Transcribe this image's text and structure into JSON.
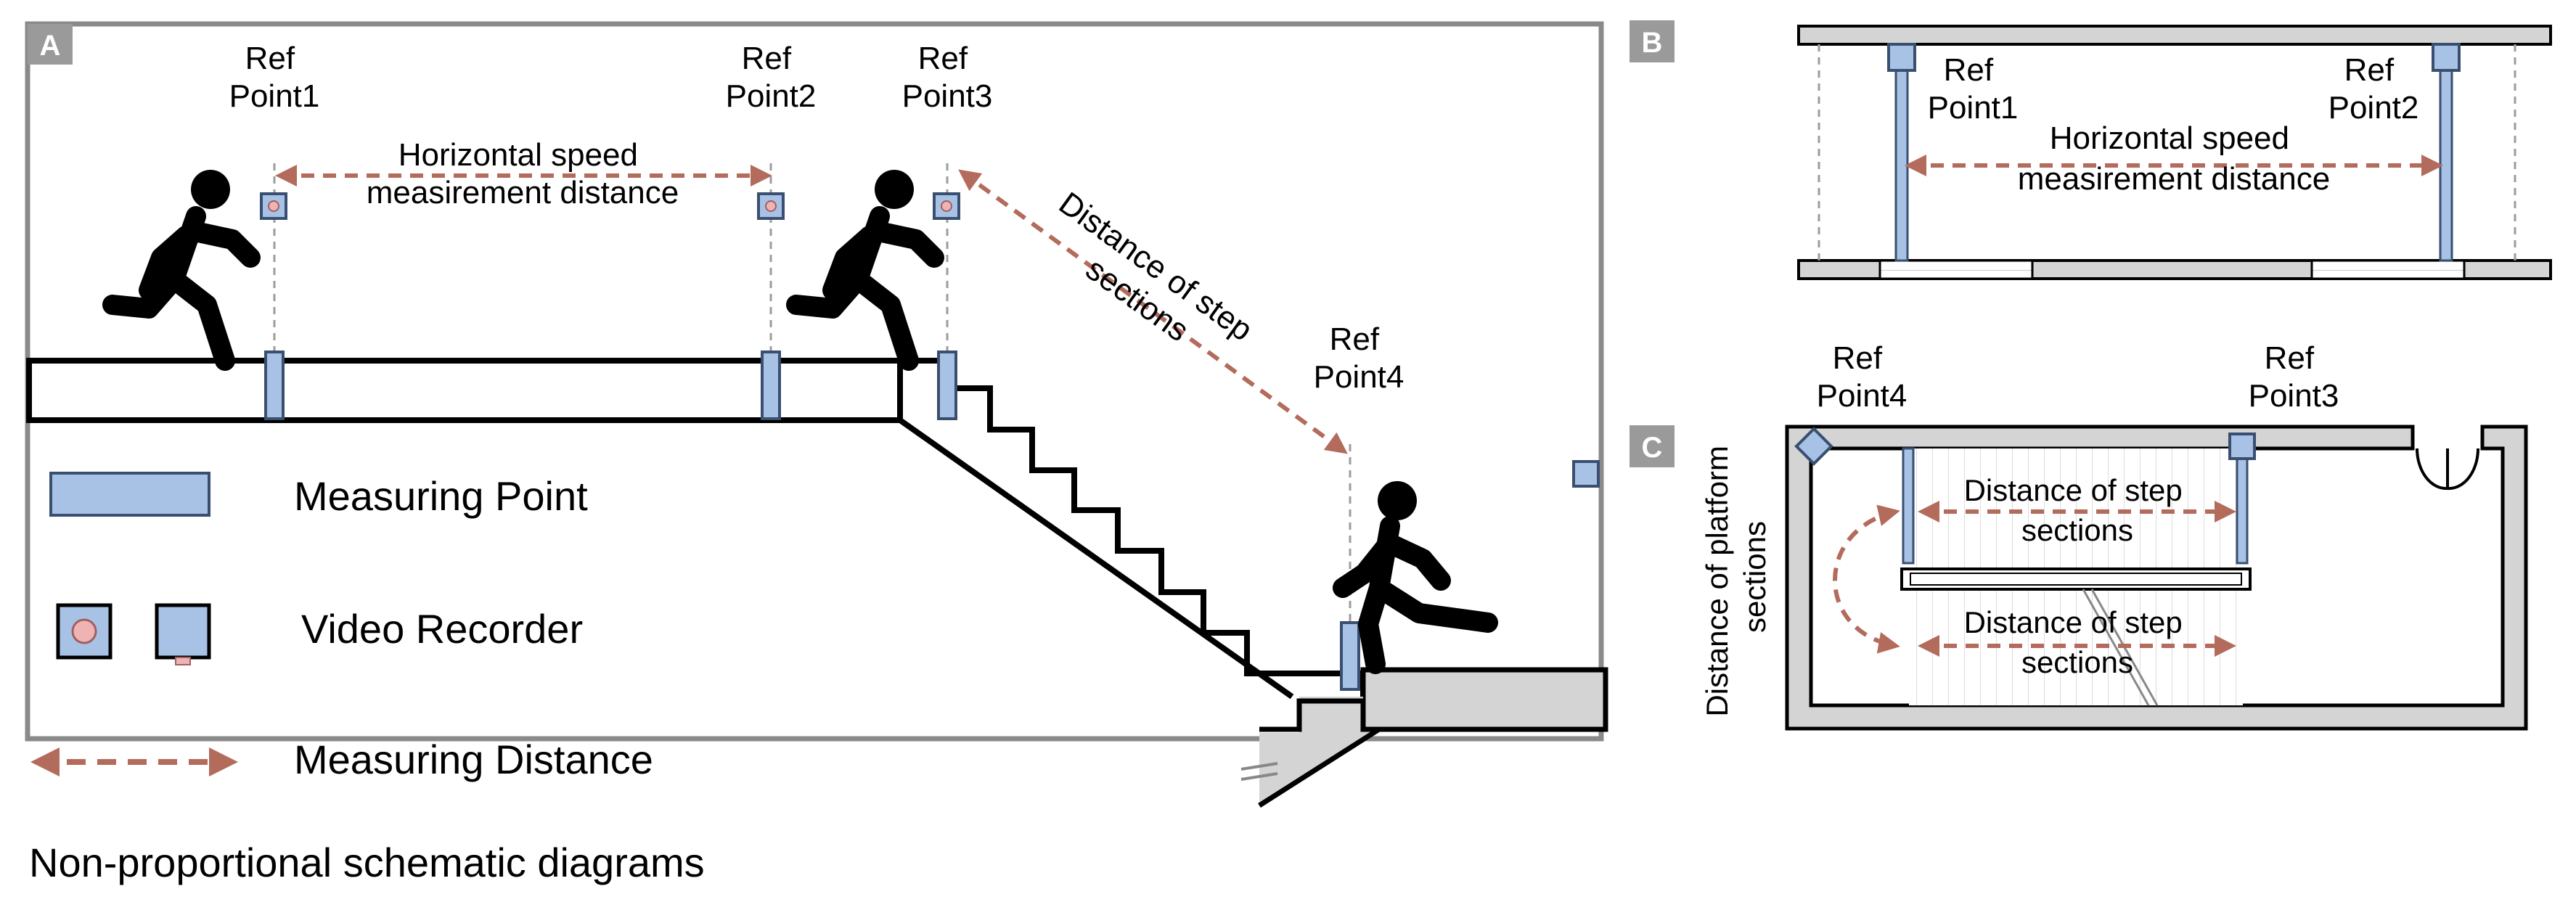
{
  "panels": {
    "a": "A",
    "b": "B",
    "c": "C"
  },
  "panel_a": {
    "ref1": [
      "Ref",
      "Point1"
    ],
    "ref2": [
      "Ref",
      "Point2"
    ],
    "ref3": [
      "Ref",
      "Point3"
    ],
    "ref4": [
      "Ref",
      "Point4"
    ],
    "horizontal": [
      "Horizontal speed",
      "measirement distance"
    ],
    "step": [
      "Distance of step",
      "sections"
    ]
  },
  "panel_b": {
    "ref1": [
      "Ref",
      "Point1"
    ],
    "ref2": [
      "Ref",
      "Point2"
    ],
    "horizontal": [
      "Horizontal speed",
      "measirement distance"
    ]
  },
  "panel_c": {
    "ref4": [
      "Ref",
      "Point4"
    ],
    "ref3": [
      "Ref",
      "Point3"
    ],
    "step_upper": [
      "Distance of step",
      "sections"
    ],
    "step_lower": [
      "Distance of step",
      "sections"
    ],
    "platform": [
      "Distance of platform",
      "sections"
    ]
  },
  "legend": {
    "measuring_point": "Measuring Point",
    "video_recorder": "Video Recorder",
    "measuring_distance": "Measuring Distance"
  },
  "caption": "Non-proportional schematic diagrams",
  "colors": {
    "measure_fill": "#a8c2e6",
    "measure_stroke": "#3a4f70",
    "arrow": "#b36b5c",
    "recorder_dot": "#f0b3b3",
    "grey_wall": "#d4d4d4",
    "panel_tag_bg": "#9a9a9a"
  }
}
